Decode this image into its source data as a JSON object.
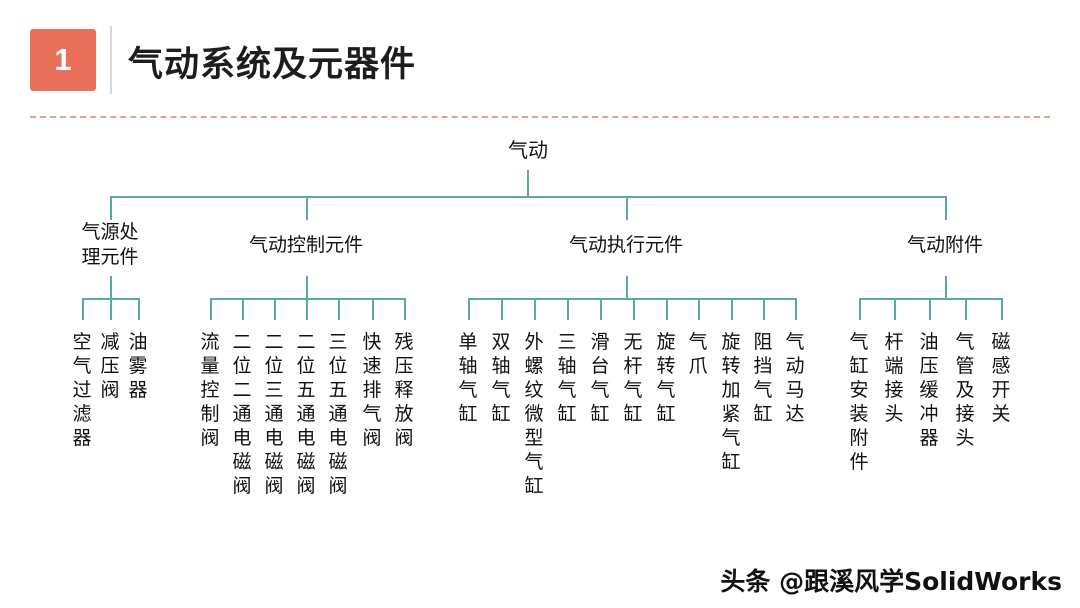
{
  "header": {
    "number": "1",
    "title": "气动系统及元器件"
  },
  "tree": {
    "root": "气动",
    "branches": [
      {
        "label": "气源处\n理元件",
        "leaves": [
          "空气过滤器",
          "减压阀",
          "油雾器"
        ]
      },
      {
        "label": "气动控制元件",
        "leaves": [
          "流量控制阀",
          "二位二通电磁阀",
          "二位三通电磁阀",
          "二位五通电磁阀",
          "三位五通电磁阀",
          "快速排气阀",
          "残压释放阀"
        ]
      },
      {
        "label": "气动执行元件",
        "leaves": [
          "单轴气缸",
          "双轴气缸",
          "外螺纹微型气缸",
          "三轴气缸",
          "滑台气缸",
          "无杆气缸",
          "旋转气缸",
          "气爪",
          "旋转加紧气缸",
          "阻挡气缸",
          "气动马达"
        ]
      },
      {
        "label": "气动附件",
        "leaves": [
          "气缸安装附件",
          "杆端接头",
          "油压缓冲器",
          "气管及接头",
          "磁感开关"
        ]
      }
    ]
  },
  "watermark": "头条 @跟溪风学SolidWorks",
  "colors": {
    "badge": "#e8705a",
    "rule": "#e8a08d",
    "line": "#5aa9a3",
    "text": "#111111"
  }
}
